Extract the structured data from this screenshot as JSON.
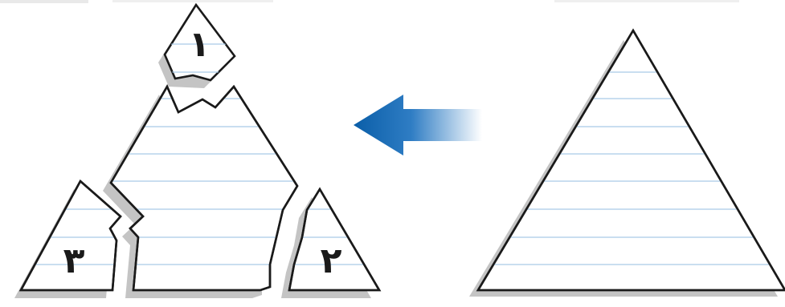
{
  "labels": {
    "piece_1": "١",
    "piece_2": "٢",
    "piece_3": "٣"
  },
  "arrow": {
    "direction": "left",
    "color_dark": "#0a5ea8",
    "color_light": "#ffffff"
  },
  "colors": {
    "outline": "#1a1a1a",
    "shadow": "#c4c4c4",
    "rule_lines": "#a9cbe6",
    "background": "#ffffff"
  }
}
